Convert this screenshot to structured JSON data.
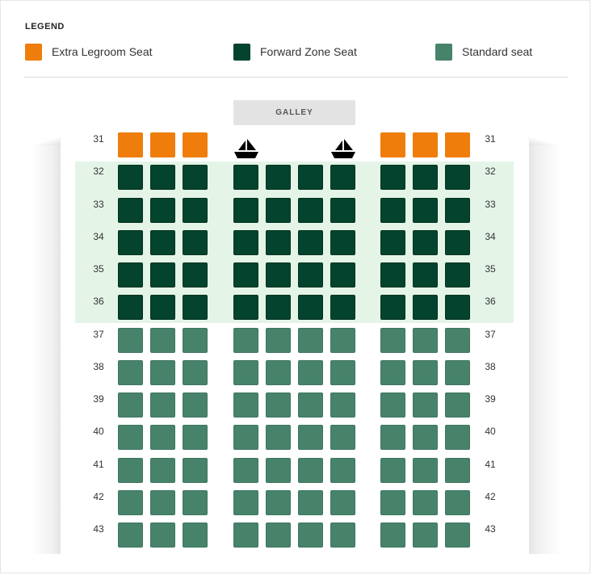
{
  "legend": {
    "title": "LEGEND",
    "items": [
      {
        "label": "Extra Legroom Seat",
        "color": "#ef7d0b"
      },
      {
        "label": "Forward Zone Seat",
        "color": "#04432e"
      },
      {
        "label": "Standard seat",
        "color": "#47836b"
      }
    ]
  },
  "galley": {
    "label": "GALLEY"
  },
  "colors": {
    "extra": "#ef7d0b",
    "forward": "#04432e",
    "standard": "#47836b",
    "forward_zone_bg": "#e4f5e8"
  },
  "seat_map": {
    "exit_icon": "exit-door-icon",
    "rows": [
      {
        "number": "31",
        "type": "extra"
      },
      {
        "number": "32",
        "type": "forward"
      },
      {
        "number": "33",
        "type": "forward"
      },
      {
        "number": "34",
        "type": "forward"
      },
      {
        "number": "35",
        "type": "forward"
      },
      {
        "number": "36",
        "type": "forward"
      },
      {
        "number": "37",
        "type": "standard"
      },
      {
        "number": "38",
        "type": "standard"
      },
      {
        "number": "39",
        "type": "standard"
      },
      {
        "number": "40",
        "type": "standard"
      },
      {
        "number": "41",
        "type": "standard"
      },
      {
        "number": "42",
        "type": "standard"
      },
      {
        "number": "43",
        "type": "standard"
      }
    ]
  }
}
